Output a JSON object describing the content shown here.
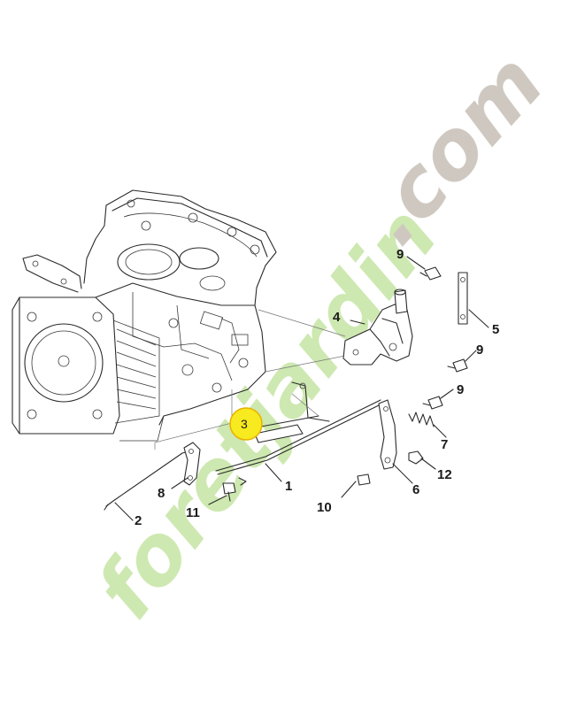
{
  "diagram": {
    "callouts": [
      {
        "id": "1",
        "text": "1"
      },
      {
        "id": "2",
        "text": "2"
      },
      {
        "id": "3",
        "text": "3"
      },
      {
        "id": "4",
        "text": "4"
      },
      {
        "id": "5",
        "text": "5"
      },
      {
        "id": "6",
        "text": "6"
      },
      {
        "id": "7",
        "text": "7"
      },
      {
        "id": "8",
        "text": "8"
      },
      {
        "id": "9a",
        "text": "9"
      },
      {
        "id": "9b",
        "text": "9"
      },
      {
        "id": "9c",
        "text": "9"
      },
      {
        "id": "10",
        "text": "10"
      },
      {
        "id": "11",
        "text": "11"
      },
      {
        "id": "12",
        "text": "12"
      }
    ],
    "highlight_callout": "3",
    "highlight_color": "#f7ea1f",
    "highlight_border": "#e7b000"
  },
  "watermark": {
    "text_main": "foretjardin",
    "text_domain": ".com",
    "green": "#c8e6a8",
    "orange": "#f4b56e",
    "gray": "#c9c2b9"
  }
}
